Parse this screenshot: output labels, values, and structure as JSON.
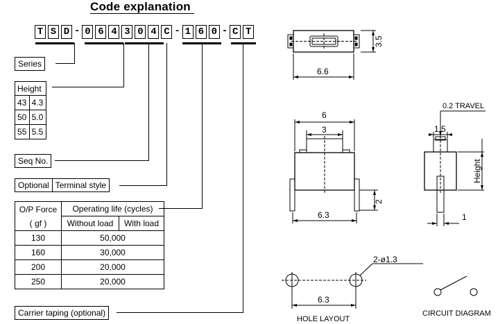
{
  "title": "Code explanation",
  "code": {
    "segments": [
      {
        "chars": [
          "T",
          "S",
          "D"
        ]
      },
      {
        "chars": [
          "0",
          "6",
          "4",
          "3",
          "0",
          "4",
          "C"
        ]
      },
      {
        "chars": [
          "1",
          "6",
          "0"
        ]
      },
      {
        "chars": [
          "C",
          "T"
        ]
      }
    ],
    "dash": "-"
  },
  "labels": {
    "series": "Series",
    "seq_no": "Seq No.",
    "optional": "Optional",
    "terminal_style": "Terminal style",
    "carrier_taping": "Carrier taping (optional)"
  },
  "height_table": {
    "header": "Height",
    "rows": [
      {
        "code": "43",
        "value": "4.3"
      },
      {
        "code": "50",
        "value": "5.0"
      },
      {
        "code": "55",
        "value": "5.5"
      }
    ]
  },
  "force_table": {
    "col1_header_line1": "O/P Force",
    "col1_header_line2": "( gf )",
    "group_header": "Operating life (cycles)",
    "sub_without": "Without load",
    "sub_with": "With load",
    "rows": [
      {
        "force": "130",
        "life": "50,000"
      },
      {
        "force": "160",
        "life": "30,000"
      },
      {
        "force": "200",
        "life": "20,000"
      },
      {
        "force": "250",
        "life": "20,000"
      }
    ]
  },
  "drawing": {
    "top_width": "6.6",
    "top_height": "3.5",
    "front_width": "6",
    "front_button": "3",
    "front_base": "6.3",
    "front_pin": "2",
    "side_travel": "0.2 TRAVEL",
    "side_button": "1.5",
    "side_height": "Height",
    "side_pin": "1",
    "hole_spec": "2-ø1.3",
    "hole_spacing": "6.3",
    "hole_caption": "HOLE  LAYOUT",
    "circuit_caption": "CIRCUIT  DIAGRAM"
  }
}
